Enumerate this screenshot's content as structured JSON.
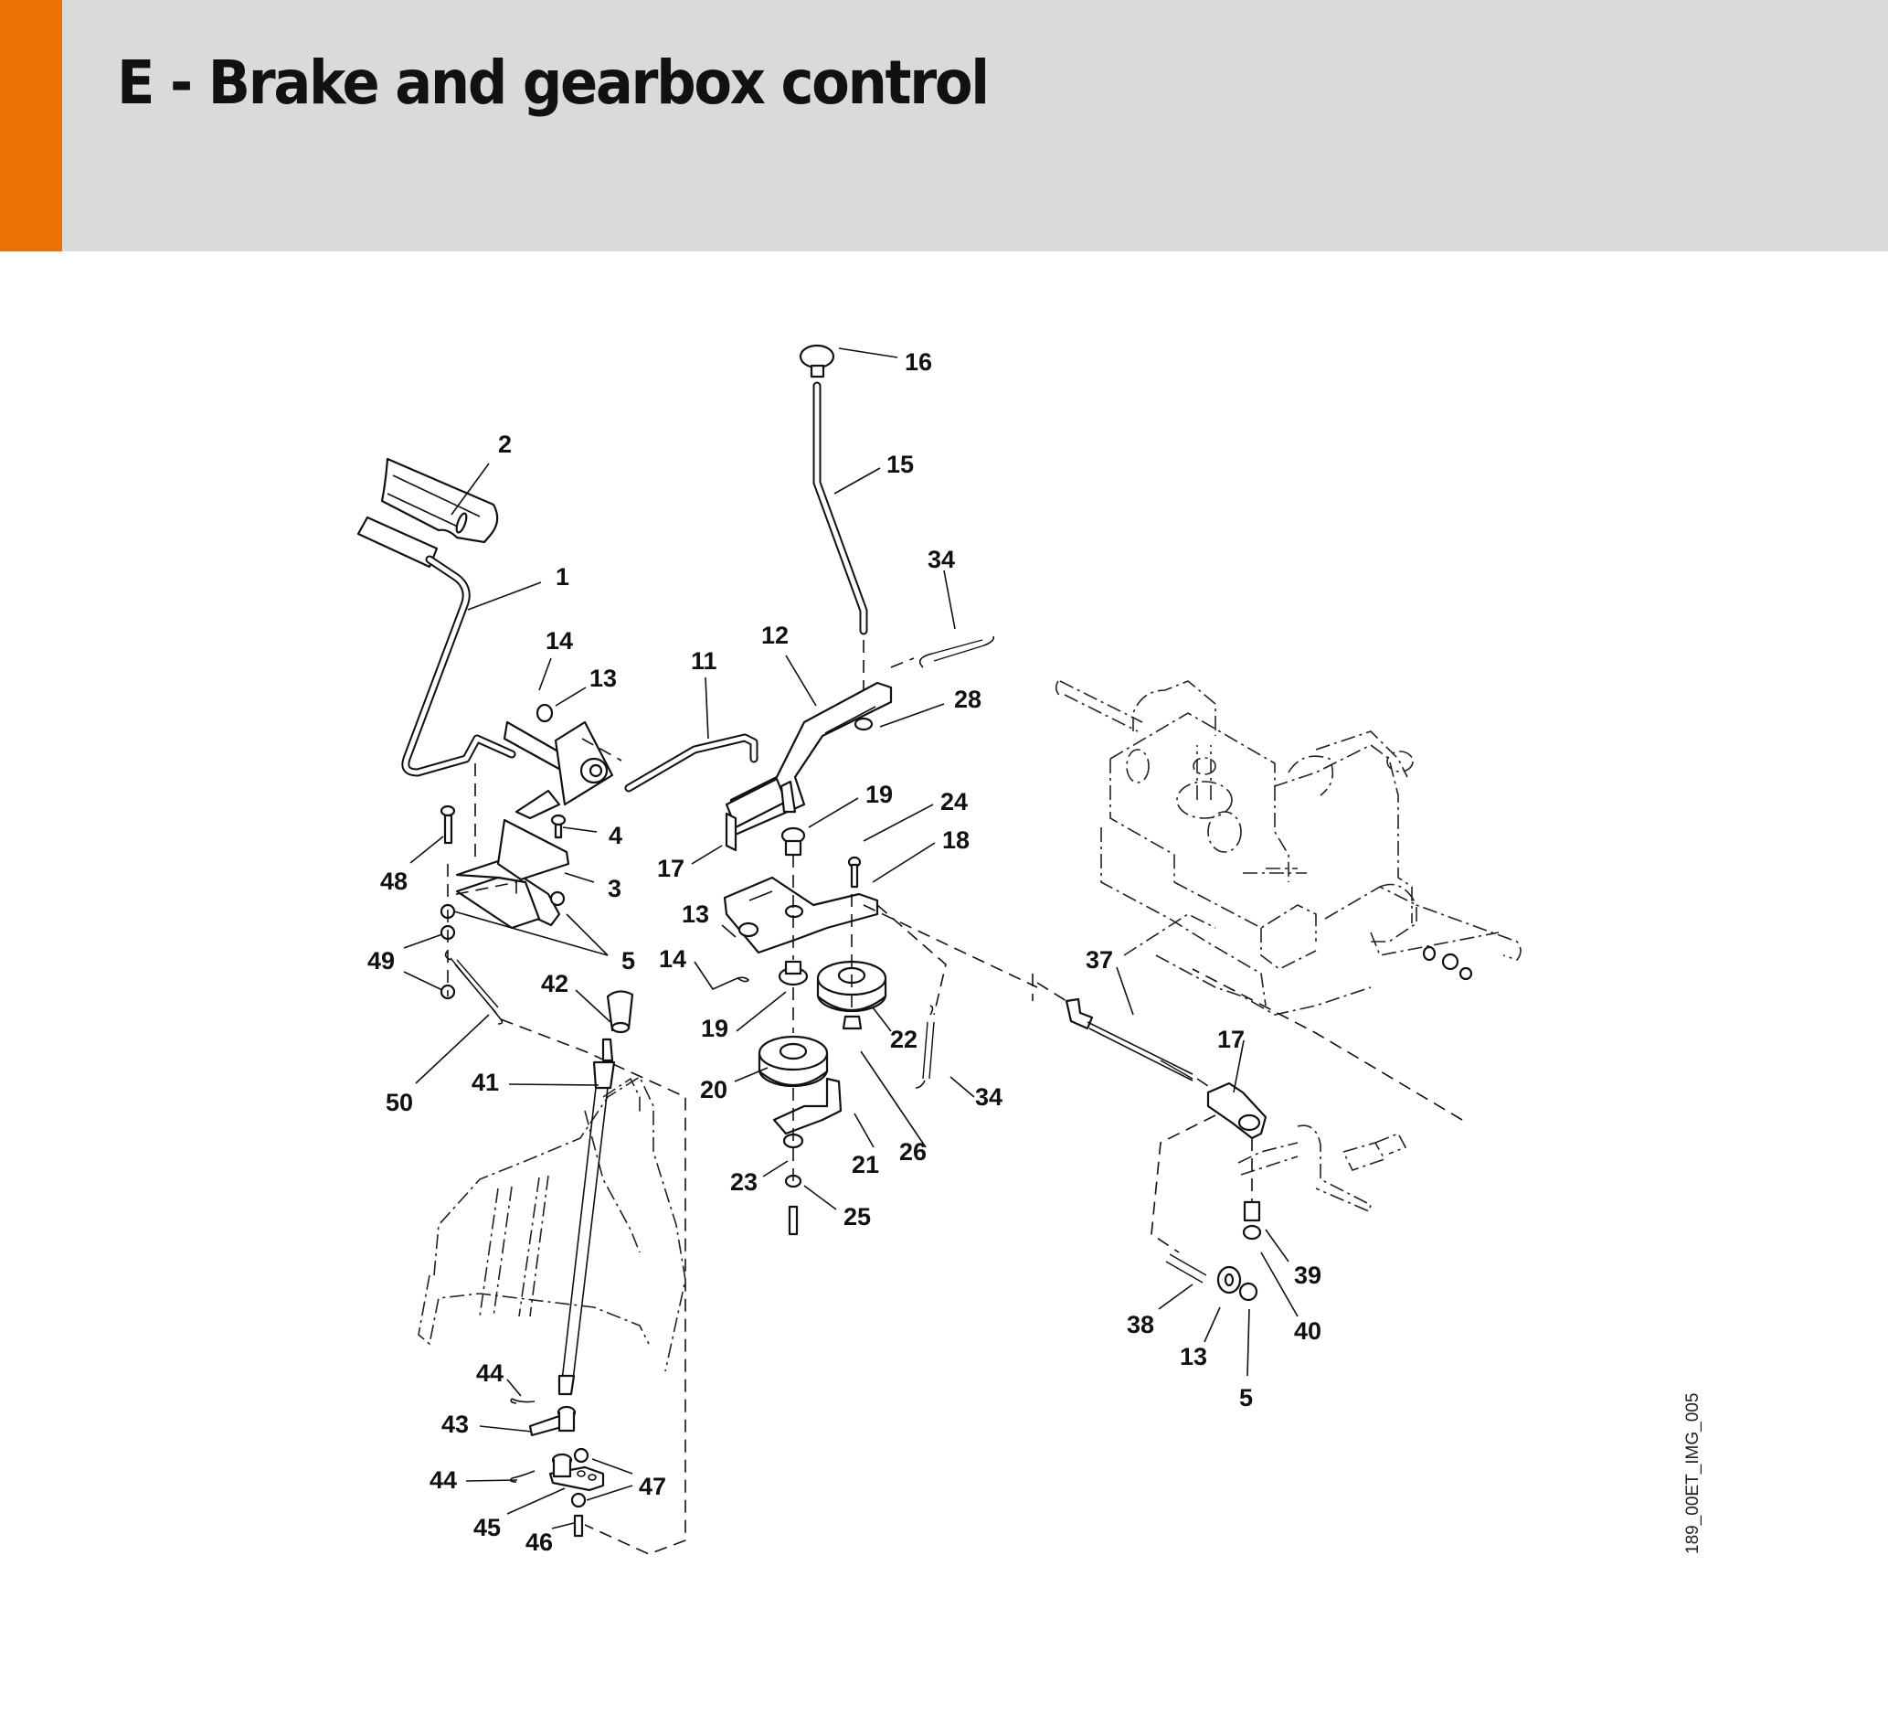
{
  "header": {
    "title": "E - Brake and gearbox control",
    "accent_color": "#ee7203",
    "background_color": "#d9dbdb"
  },
  "diagram": {
    "reference_code": "189_00ET_IMG_005",
    "callouts": [
      {
        "id": "c16",
        "label": "16",
        "part": "shift-knob"
      },
      {
        "id": "c2",
        "label": "2",
        "part": "pedal-pad"
      },
      {
        "id": "c15",
        "label": "15",
        "part": "shift-rod"
      },
      {
        "id": "c1",
        "label": "1",
        "part": "brake-pedal"
      },
      {
        "id": "c34a",
        "label": "34",
        "part": "tension-spring"
      },
      {
        "id": "c14a",
        "label": "14",
        "part": "cotter-pin"
      },
      {
        "id": "c13a",
        "label": "13",
        "part": "washer"
      },
      {
        "id": "c11",
        "label": "11",
        "part": "link-rod"
      },
      {
        "id": "c12",
        "label": "12",
        "part": "shift-lever"
      },
      {
        "id": "c28",
        "label": "28",
        "part": "washer"
      },
      {
        "id": "c19a",
        "label": "19",
        "part": "bushing"
      },
      {
        "id": "c24",
        "label": "24",
        "part": "bolt"
      },
      {
        "id": "c4",
        "label": "4",
        "part": "carriage-bolt"
      },
      {
        "id": "c18",
        "label": "18",
        "part": "idler-bracket"
      },
      {
        "id": "c48",
        "label": "48",
        "part": "bolt"
      },
      {
        "id": "c17a",
        "label": "17",
        "part": "bracket"
      },
      {
        "id": "c3",
        "label": "3",
        "part": "pedal-mount"
      },
      {
        "id": "c13b",
        "label": "13",
        "part": "washer"
      },
      {
        "id": "c5a",
        "label": "5",
        "part": "nut"
      },
      {
        "id": "c49",
        "label": "49",
        "part": "nut"
      },
      {
        "id": "c14b",
        "label": "14",
        "part": "cotter-pin"
      },
      {
        "id": "c37",
        "label": "37",
        "part": "brake-rod"
      },
      {
        "id": "c42",
        "label": "42",
        "part": "lever-knob"
      },
      {
        "id": "c19b",
        "label": "19",
        "part": "bushing"
      },
      {
        "id": "c22",
        "label": "22",
        "part": "pulley"
      },
      {
        "id": "c17b",
        "label": "17",
        "part": "bracket"
      },
      {
        "id": "c41",
        "label": "41",
        "part": "control-lever"
      },
      {
        "id": "c20",
        "label": "20",
        "part": "idler-pulley"
      },
      {
        "id": "c34b",
        "label": "34",
        "part": "tension-spring"
      },
      {
        "id": "c50",
        "label": "50",
        "part": "spring"
      },
      {
        "id": "c26",
        "label": "26",
        "part": "nut"
      },
      {
        "id": "c21",
        "label": "21",
        "part": "belt-guide"
      },
      {
        "id": "c23",
        "label": "23",
        "part": "washer"
      },
      {
        "id": "c25",
        "label": "25",
        "part": "lock-washer"
      },
      {
        "id": "c39",
        "label": "39",
        "part": "spacer"
      },
      {
        "id": "c38",
        "label": "38",
        "part": "compression-spring"
      },
      {
        "id": "c40",
        "label": "40",
        "part": "nut"
      },
      {
        "id": "c13c",
        "label": "13",
        "part": "washer"
      },
      {
        "id": "c44a",
        "label": "44",
        "part": "cotter-pin"
      },
      {
        "id": "c5b",
        "label": "5",
        "part": "nut"
      },
      {
        "id": "c43",
        "label": "43",
        "part": "lever-arm"
      },
      {
        "id": "c44b",
        "label": "44",
        "part": "cotter-pin"
      },
      {
        "id": "c47",
        "label": "47",
        "part": "nut"
      },
      {
        "id": "c45",
        "label": "45",
        "part": "pivot-plate"
      },
      {
        "id": "c46",
        "label": "46",
        "part": "bolt"
      }
    ]
  }
}
